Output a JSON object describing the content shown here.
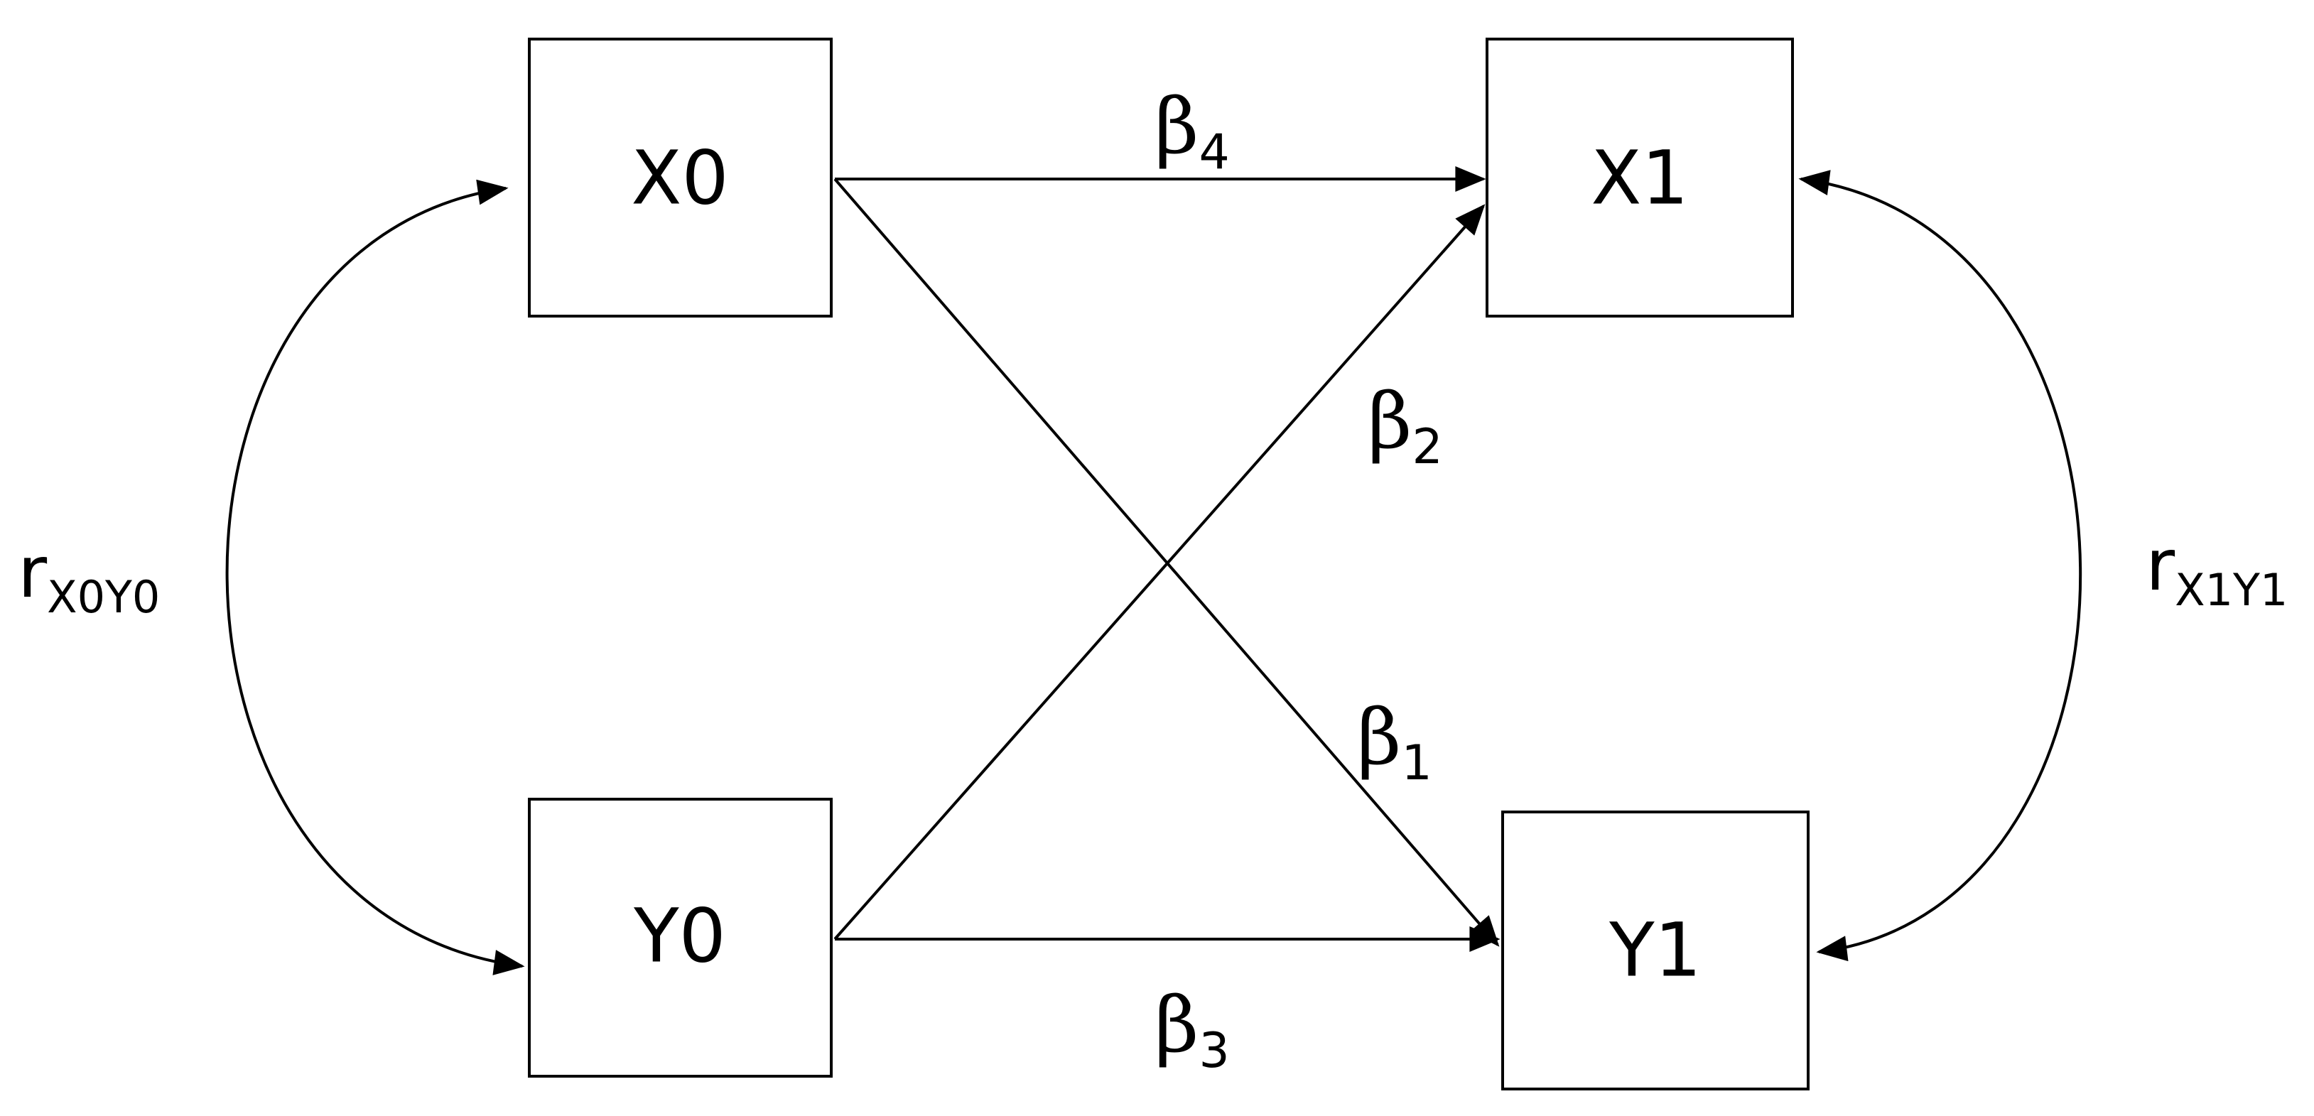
{
  "nodes": {
    "x0": {
      "label": "X0"
    },
    "x1": {
      "label": "X1"
    },
    "y0": {
      "label": "Y0"
    },
    "y1": {
      "label": "Y1"
    }
  },
  "paths": {
    "beta1": {
      "symbol": "β",
      "subscript": "1"
    },
    "beta2": {
      "symbol": "β",
      "subscript": "2"
    },
    "beta3": {
      "symbol": "β",
      "subscript": "3"
    },
    "beta4": {
      "symbol": "β",
      "subscript": "4"
    }
  },
  "correlations": {
    "x0y0": {
      "symbol": "r",
      "subscript": "X0Y0"
    },
    "x1y1": {
      "symbol": "r",
      "subscript": "X1Y1"
    }
  }
}
